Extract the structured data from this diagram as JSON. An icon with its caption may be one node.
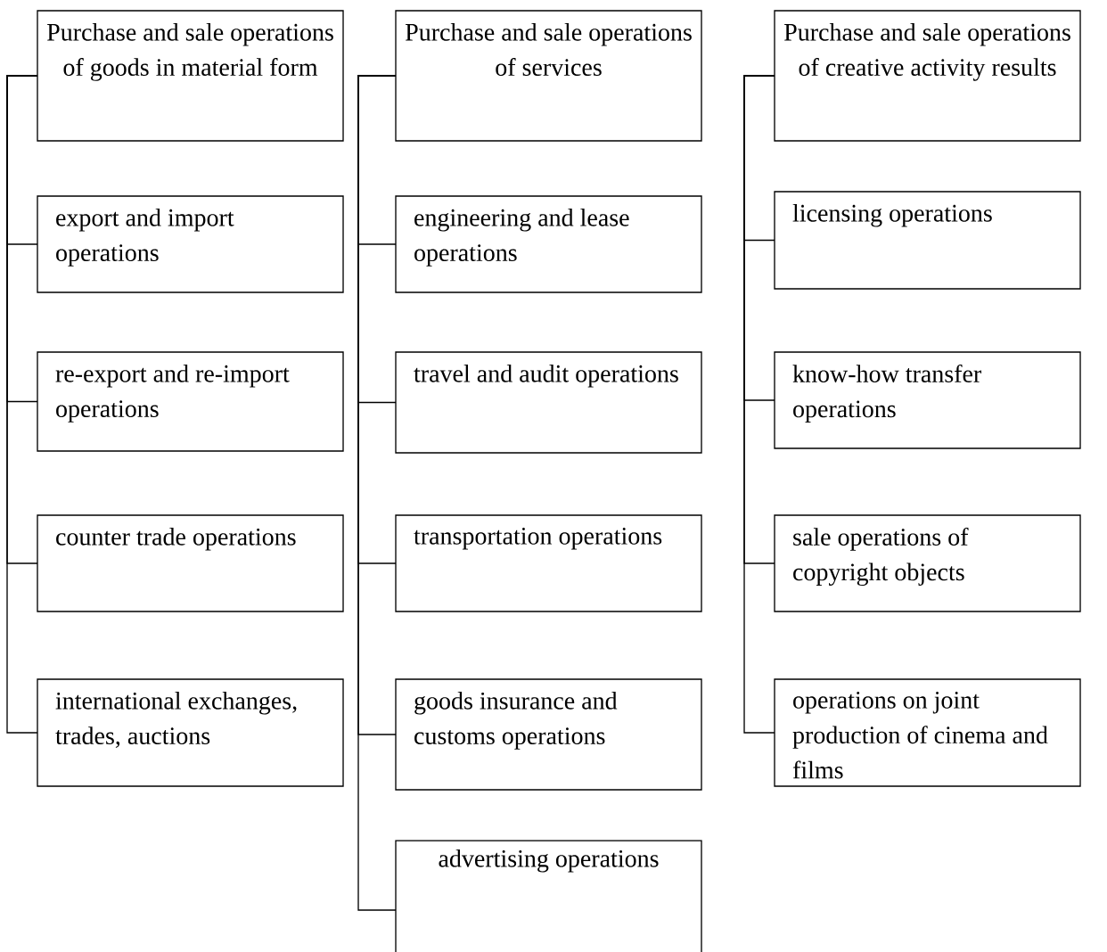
{
  "diagram": {
    "nodes": [
      {
        "text": [
          "Purchase and sale operations of goods in material form"
        ]
      },
      {
        "text": [
          "export and import operations"
        ]
      },
      {
        "text": [
          "re-export and re-import operations"
        ]
      },
      {
        "text": [
          "counter trade operations"
        ]
      },
      {
        "text": [
          "international exchanges, trades, auctions"
        ]
      },
      {
        "text": [
          "Purchase and sale operations of services"
        ]
      },
      {
        "text": [
          "engineering and lease operations"
        ]
      },
      {
        "text": [
          "travel and audit operations"
        ]
      },
      {
        "text": [
          "transportation operations"
        ]
      },
      {
        "text": [
          "goods insurance and customs operations"
        ]
      },
      {
        "text": [
          "advertising operations"
        ]
      },
      {
        "text": [
          "Purchase and sale operations of creative activity results"
        ]
      },
      {
        "text": [
          "licensing operations"
        ]
      },
      {
        "text": [
          "know-how transfer operations"
        ]
      },
      {
        "text": [
          "sale operations of copyright objects"
        ]
      },
      {
        "text": [
          "operations on joint production of cinema and films"
        ]
      }
    ],
    "edges": [
      {
        "from": 0,
        "to": 1,
        "arrow": "none"
      },
      {
        "from": 0,
        "to": 2,
        "arrow": "none"
      },
      {
        "from": 0,
        "to": 3,
        "arrow": "none"
      },
      {
        "from": 0,
        "to": 4,
        "arrow": "none"
      },
      {
        "from": 5,
        "to": 6,
        "arrow": "none"
      },
      {
        "from": 5,
        "to": 7,
        "arrow": "none"
      },
      {
        "from": 5,
        "to": 8,
        "arrow": "none"
      },
      {
        "from": 5,
        "to": 9,
        "arrow": "none"
      },
      {
        "from": 5,
        "to": 10,
        "arrow": "none"
      },
      {
        "from": 11,
        "to": 12,
        "arrow": "none"
      },
      {
        "from": 11,
        "to": 13,
        "arrow": "none"
      },
      {
        "from": 11,
        "to": 14,
        "arrow": "none"
      },
      {
        "from": 11,
        "to": 15,
        "arrow": "none"
      }
    ]
  }
}
